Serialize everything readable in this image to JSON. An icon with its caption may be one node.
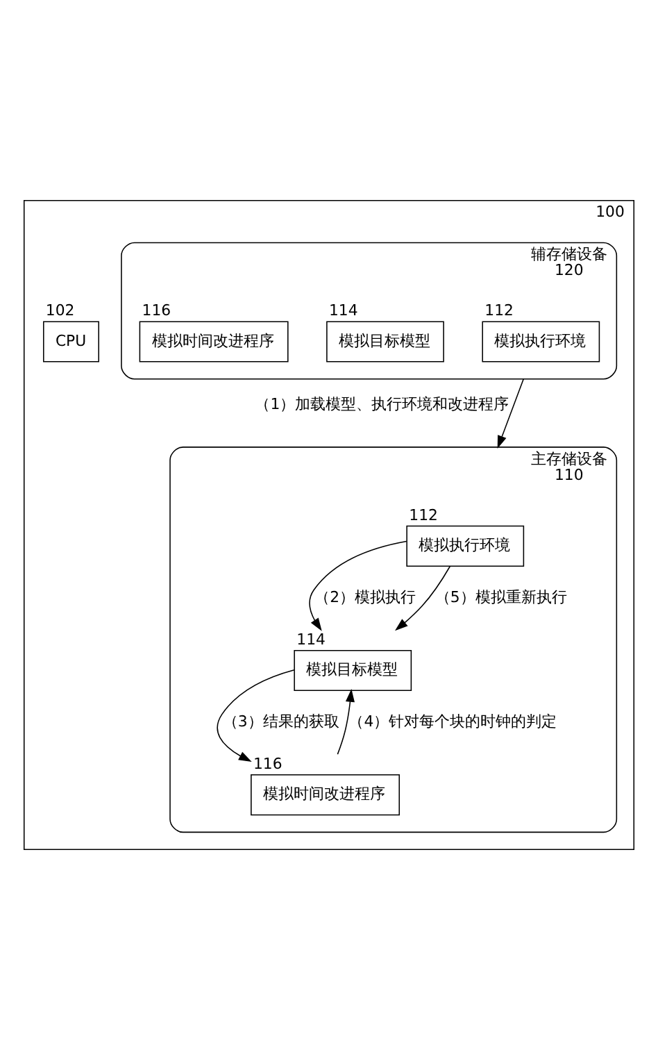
{
  "diagram": {
    "nodes": [
      {
        "text": [],
        "shape": "box",
        "beside": [
          "100"
        ]
      },
      {
        "text": [
          "CPU"
        ],
        "in": 0,
        "beside": [
          "102"
        ]
      },
      {
        "text": [
          "辅存储设备"
        ],
        "in": 0,
        "beside": [
          "120"
        ]
      },
      {
        "text": [
          "模拟执行环境"
        ],
        "in": 2,
        "beside": [
          "112"
        ]
      },
      {
        "text": [
          "模拟目标模型"
        ],
        "in": 2,
        "beside": [
          "114"
        ]
      },
      {
        "text": [
          "模拟时间改进程序"
        ],
        "in": 2,
        "beside": [
          "116"
        ]
      },
      {
        "text": [
          "主存储设备"
        ],
        "in": 0,
        "beside": [
          "110"
        ]
      },
      {
        "text": [
          "模拟执行环境"
        ],
        "in": 6,
        "beside": [
          "112"
        ]
      },
      {
        "text": [
          "模拟目标模型"
        ],
        "in": 6,
        "beside": [
          "114"
        ]
      },
      {
        "text": [
          "模拟时间改进程序"
        ],
        "in": 6,
        "beside": [
          "116"
        ]
      }
    ],
    "edges": [
      {
        "from": 2,
        "to": 6,
        "arrow": "to",
        "label": "（1）加载模型、执行环境和改进程序"
      },
      {
        "from": 7,
        "to": 8,
        "arrow": "to",
        "label": "（2）模拟执行"
      },
      {
        "from": 7,
        "to": 8,
        "arrow": "to",
        "label": "（5）模拟重新执行"
      },
      {
        "from": 8,
        "to": 9,
        "arrow": "to",
        "label": "（3）结果的获取"
      },
      {
        "from": 9,
        "to": 8,
        "arrow": "to",
        "label": "（4）针对每个块的时钟的判定"
      }
    ]
  }
}
